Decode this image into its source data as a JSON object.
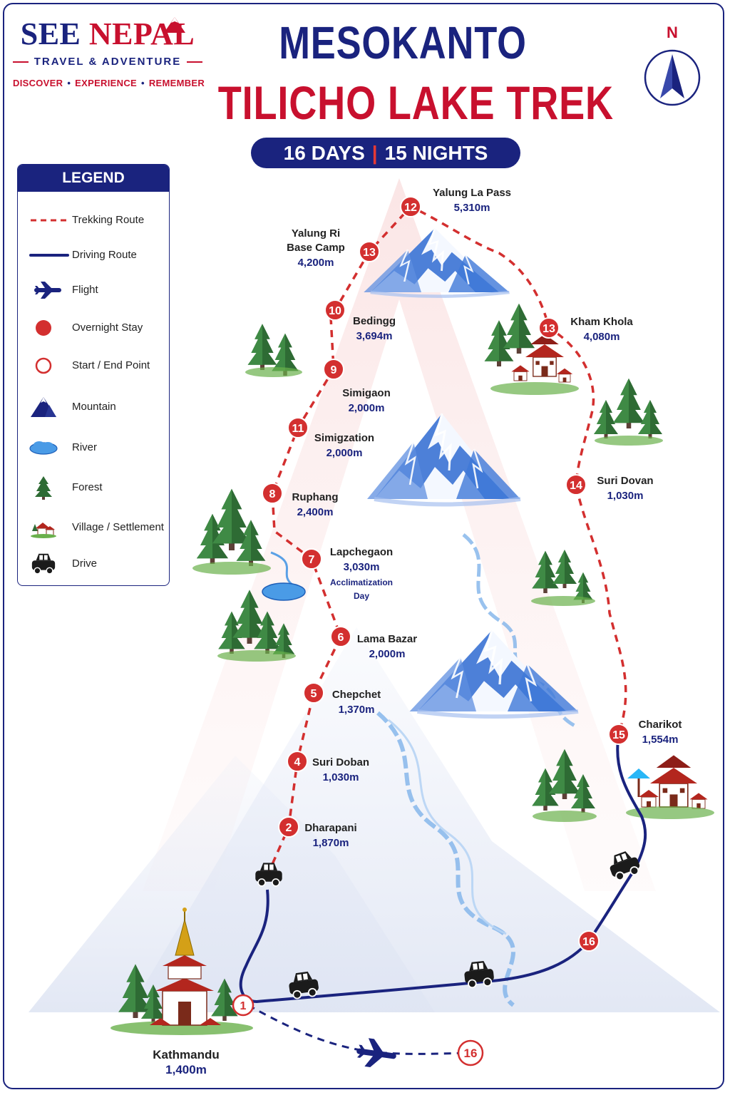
{
  "brand": {
    "name_part1": "SEE",
    "name_part2": "NEPAL",
    "subtitle": "TRAVEL & ADVENTURE",
    "tagline": [
      "DISCOVER",
      "EXPERIENCE",
      "REMEMBER"
    ]
  },
  "title": {
    "line1": "MESOKANTO",
    "line2": "TILICHO LAKE TREK",
    "days": "16 DAYS",
    "nights": "15 NIGHTS"
  },
  "compass": {
    "label": "N"
  },
  "legend": {
    "title": "LEGEND",
    "items": [
      {
        "label": "Trekking Route",
        "icon": "dashed-red-line"
      },
      {
        "label": "Driving Route",
        "icon": "solid-blue-line"
      },
      {
        "label": "Flight",
        "icon": "airplane-icon"
      },
      {
        "label": "Overnight Stay",
        "icon": "red-dot"
      },
      {
        "label": "Start / End Point",
        "icon": "red-ring"
      },
      {
        "label": "Mountain",
        "icon": "mountain-icon"
      },
      {
        "label": "River",
        "icon": "river-icon"
      },
      {
        "label": "Forest",
        "icon": "tree-icon"
      },
      {
        "label": "Village / Settlement",
        "icon": "village-icon"
      },
      {
        "label": "Drive",
        "icon": "car-icon"
      }
    ]
  },
  "stops": [
    {
      "num": "12",
      "name": "Yalung La Pass",
      "alt": "5,310m"
    },
    {
      "num": "13",
      "name": "Yalung Ri",
      "name2": "Base Camp",
      "alt": "4,200m"
    },
    {
      "num": "10",
      "name": "Bedingg",
      "alt": "3,694m"
    },
    {
      "num": "9",
      "name": "Simigaon",
      "alt": "2,000m"
    },
    {
      "num": "11",
      "name": "Simigzation",
      "alt": "2,000m"
    },
    {
      "num": "8",
      "name": "Ruphang",
      "alt": "2,400m"
    },
    {
      "num": "7",
      "name": "Lapchegaon",
      "alt": "3,030m",
      "note1": "Acclimatization",
      "note2": "Day"
    },
    {
      "num": "6",
      "name": "Lama Bazar",
      "alt": "2,000m"
    },
    {
      "num": "5",
      "name": "Chepchet",
      "alt": "1,370m"
    },
    {
      "num": "4",
      "name": "Suri Doban",
      "alt": "1,030m"
    },
    {
      "num": "2",
      "name": "Dharapani",
      "alt": "1,870m"
    },
    {
      "num": "13",
      "name": "Kham Khola",
      "alt": "4,080m"
    },
    {
      "num": "14",
      "name": "Suri Dovan",
      "alt": "1,030m"
    },
    {
      "num": "15",
      "name": "Charikot",
      "alt": "1,554m"
    },
    {
      "num": "16",
      "name": "",
      "alt": ""
    },
    {
      "num": "1",
      "name": "Kathmandu",
      "alt": "1,400m"
    },
    {
      "num": "16",
      "name": "",
      "alt": ""
    }
  ],
  "colors": {
    "navy": "#1a237e",
    "red": "#c8102e",
    "route_red": "#d32f2f",
    "snow_blue": "#2f6bd1",
    "forest_green": "#2e6b34"
  }
}
